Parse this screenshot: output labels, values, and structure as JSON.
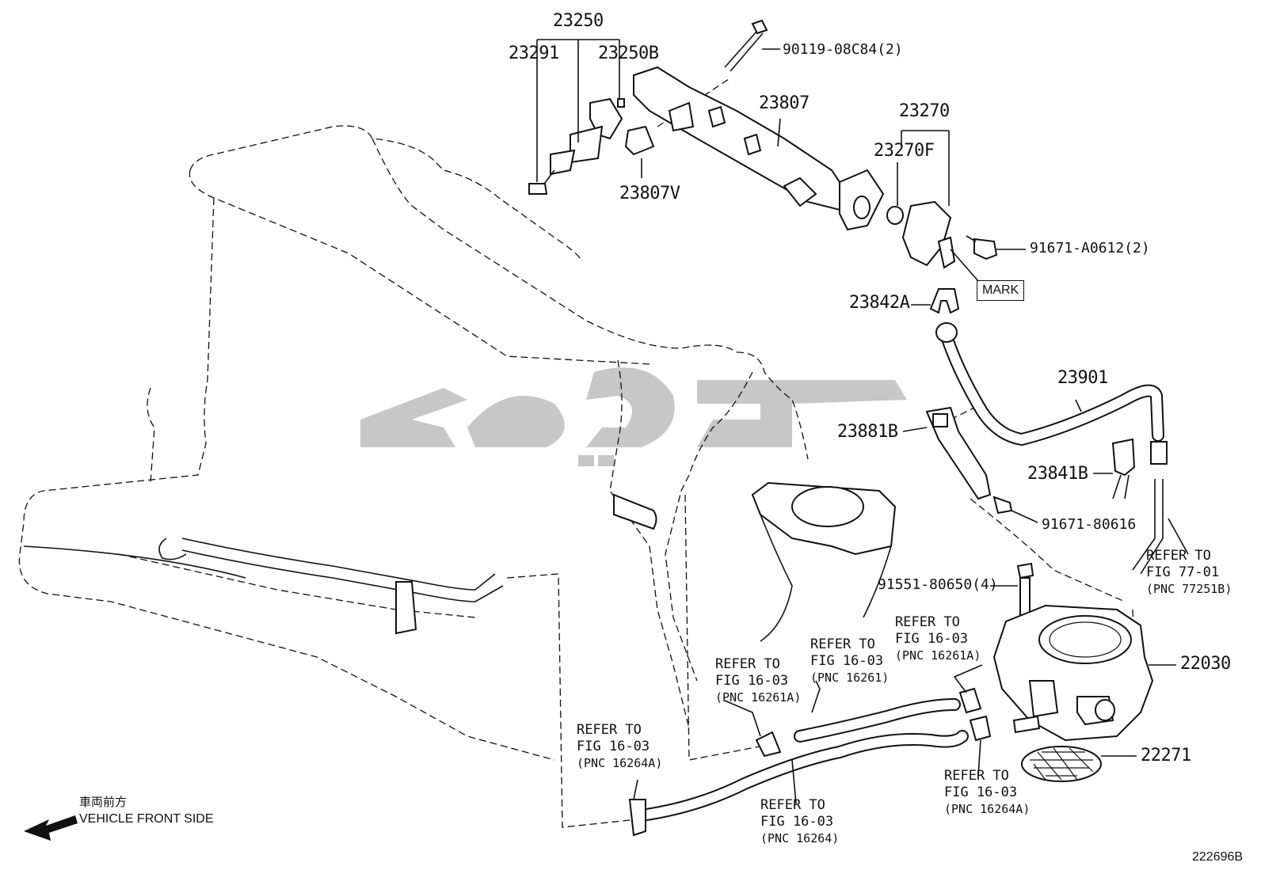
{
  "labels": {
    "p23250": "23250",
    "p23291": "23291",
    "p23250b": "23250B",
    "p90119": "90119-08C84(2)",
    "p23807": "23807",
    "p23807v": "23807V",
    "p23270": "23270",
    "p23270f": "23270F",
    "p91671a": "91671-A0612(2)",
    "mark": "MARK",
    "p23842a": "23842A",
    "p23901": "23901",
    "p23881b": "23881B",
    "p23841b": "23841B",
    "p91671b": "91671-80616",
    "p91551": "91551-80650(4)",
    "p22030": "22030",
    "p22271": "22271"
  },
  "refs": {
    "r7701": {
      "line1": "REFER TO",
      "line2": "FIG 77-01",
      "line3": "(PNC 77251B)"
    },
    "r16261a_top": {
      "line1": "REFER TO",
      "line2": "FIG 16-03",
      "line3": "(PNC 16261A)"
    },
    "r16261": {
      "line1": "REFER TO",
      "line2": "FIG 16-03",
      "line3": "(PNC 16261)"
    },
    "r16261a_left": {
      "line1": "REFER TO",
      "line2": "FIG 16-03",
      "line3": "(PNC 16261A)"
    },
    "r16264a_left": {
      "line1": "REFER TO",
      "line2": "FIG 16-03",
      "line3": "(PNC 16264A)"
    },
    "r16264": {
      "line1": "REFER TO",
      "line2": "FIG 16-03",
      "line3": "(PNC 16264)"
    },
    "r16264a_right": {
      "line1": "REFER TO",
      "line2": "FIG 16-03",
      "line3": "(PNC 16264A)"
    }
  },
  "direction": {
    "jp": "車両前方",
    "en": "VEHICLE FRONT SIDE"
  },
  "diagram_code": "222696B",
  "icons": {
    "direction_arrow": "arrow-left-down-icon"
  }
}
